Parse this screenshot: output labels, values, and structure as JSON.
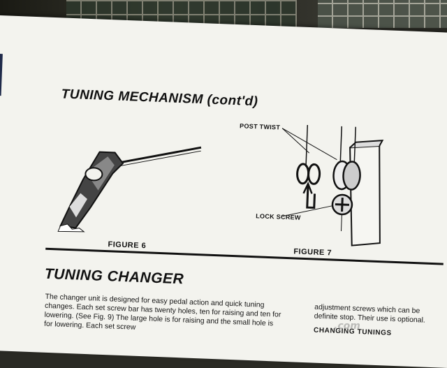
{
  "colors": {
    "paper": "#f3f3ee",
    "ink": "#111111",
    "watermark": "#8c8c8c"
  },
  "heading": {
    "title": "TUNING MECHANISM (cont'd)"
  },
  "figure6": {
    "label": "FIGURE 6",
    "icon": "tuning-wrench-illustration"
  },
  "figure7": {
    "label": "FIGURE 7",
    "icon": "changer-post-illustration",
    "callout_post_twist": "POST TWIST",
    "callout_lock_screw": "LOCK SCREW"
  },
  "section": {
    "title": "TUNING CHANGER",
    "body": "The changer unit is designed for easy pedal action and quick tuning changes. Each set screw bar has twenty holes, ten for raising and ten for lowering. (See Fig. 9) The large hole is for raising and the small hole is for lowering. Each set screw",
    "right_body": "adjustment screws which can be definite stop. Their use is optional.",
    "right_subhead": "CHANGING TUNINGS"
  },
  "watermark": {
    "text": ".com"
  }
}
